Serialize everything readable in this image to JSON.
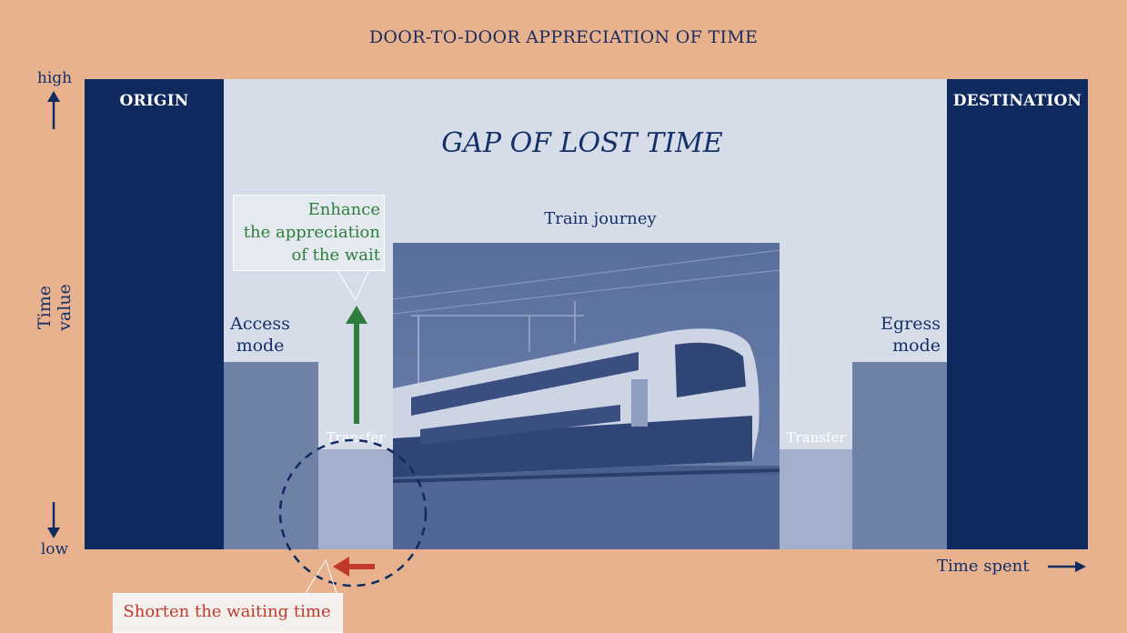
{
  "title": "DOOR-TO-DOOR APPRECIATION OF TIME",
  "columns": {
    "origin": "ORIGIN",
    "destination": "DESTINATION"
  },
  "gap_label": "GAP OF LOST TIME",
  "segments": {
    "access_mode": "Access\nmode",
    "transfer_left": "Transfer",
    "train_journey": "Train journey",
    "transfer_right": "Transfer",
    "egress_mode": "Egress\nmode"
  },
  "axes": {
    "y_label": "Time value",
    "y_high": "high",
    "y_low": "low",
    "x_label": "Time spent"
  },
  "callouts": {
    "enhance": "Enhance\nthe appreciation\nof the wait",
    "shorten": "Shorten the waiting time"
  },
  "colors": {
    "dark_navy": "#0e2a5e",
    "gap_background": "#d6dde8",
    "mode_bar": "#7081a8",
    "transfer_bar": "#a3b0cc",
    "enhance_arrow": "#2e7d3a",
    "shorten_arrow": "#c0392b",
    "page_background": "#e8b28e"
  },
  "icons": {
    "up_arrow": "arrow-up-icon",
    "down_arrow": "arrow-down-icon",
    "right_arrow": "arrow-right-icon",
    "train_photo": "train-photo"
  }
}
